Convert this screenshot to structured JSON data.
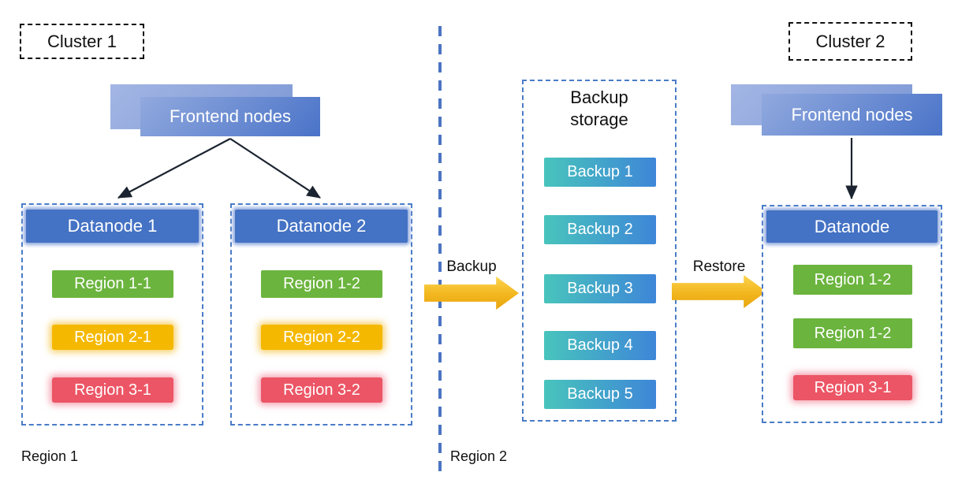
{
  "colors": {
    "container_border_blue": "#4a7cc7",
    "divider_blue": "#4c74c2",
    "datanode_blue": "#4472c4",
    "datanode_halo_blue": "#8ea8dc",
    "frontend_gradient_start": "#91a9de",
    "frontend_gradient_end": "#4a73c8",
    "region_green": "#6bb43e",
    "region_yellow": "#f5b800",
    "region_red": "#ec5565",
    "backup_gradient_start": "#48c4bc",
    "backup_gradient_end": "#3e86d8",
    "flow_arrow_gold": "#f2b61e",
    "connector_black": "#1b2430",
    "text_light": "#ffffff",
    "text_dark": "#111111"
  },
  "cluster1": {
    "label": "Cluster 1",
    "frontend_label": "Frontend nodes",
    "datanodes": [
      {
        "title": "Datanode 1",
        "regions": [
          {
            "label": "Region 1-1",
            "color": "green"
          },
          {
            "label": "Region 2-1",
            "color": "yellow"
          },
          {
            "label": "Region 3-1",
            "color": "red"
          }
        ]
      },
      {
        "title": "Datanode 2",
        "regions": [
          {
            "label": "Region 1-2",
            "color": "green"
          },
          {
            "label": "Region 2-2",
            "color": "yellow"
          },
          {
            "label": "Region 3-2",
            "color": "red"
          }
        ]
      }
    ]
  },
  "backup_storage": {
    "title": "Backup storage",
    "items": [
      "Backup 1",
      "Backup 2",
      "Backup 3",
      "Backup 4",
      "Backup 5"
    ]
  },
  "flows": {
    "backup_label": "Backup",
    "restore_label": "Restore"
  },
  "cluster2": {
    "label": "Cluster 2",
    "frontend_label": "Frontend nodes",
    "datanode": {
      "title": "Datanode",
      "regions": [
        {
          "label": "Region 1-2",
          "color": "green"
        },
        {
          "label": "Region 1-2",
          "color": "green"
        },
        {
          "label": "Region 3-1",
          "color": "red"
        }
      ]
    }
  },
  "footer": {
    "region1_label": "Region 1",
    "region2_label": "Region 2"
  }
}
